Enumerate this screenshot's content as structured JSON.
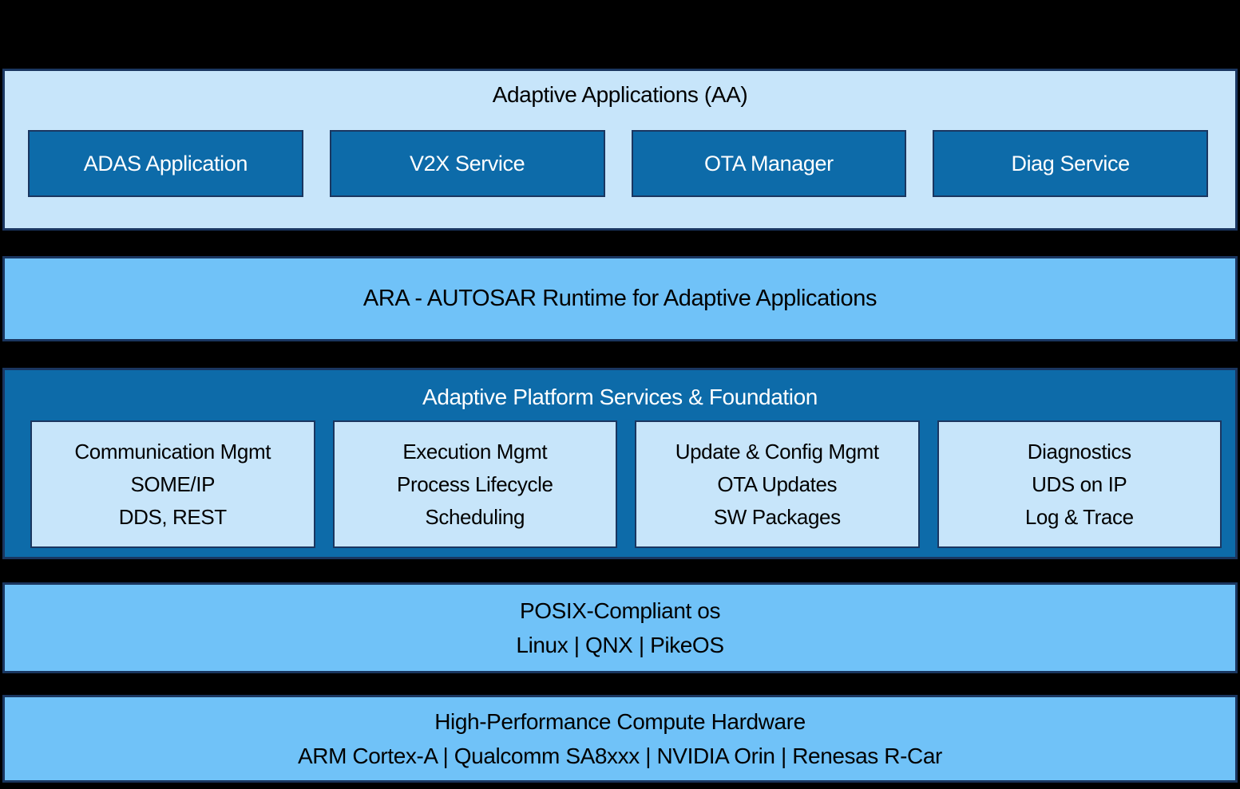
{
  "layers": {
    "applications": {
      "title": "Adaptive Applications (AA)",
      "boxes": [
        "ADAS Application",
        "V2X Service",
        "OTA Manager",
        "Diag Service"
      ]
    },
    "runtime": {
      "title": "ARA - AUTOSAR Runtime for Adaptive Applications"
    },
    "platform": {
      "title": "Adaptive Platform Services & Foundation",
      "boxes": [
        {
          "title": "Communication Mgmt",
          "lines": [
            "SOME/IP",
            "DDS, REST"
          ]
        },
        {
          "title": "Execution Mgmt",
          "lines": [
            "Process Lifecycle",
            "Scheduling"
          ]
        },
        {
          "title": "Update & Config Mgmt",
          "lines": [
            "OTA Updates",
            "SW Packages"
          ]
        },
        {
          "title": "Diagnostics",
          "lines": [
            "UDS on IP",
            "Log & Trace"
          ]
        }
      ]
    },
    "os": {
      "title": "POSIX-Compliant os",
      "subtitle": "Linux | QNX | PikeOS"
    },
    "hardware": {
      "title": "High-Performance Compute Hardware",
      "subtitle": "ARM Cortex-A | Qualcomm SA8xxx | NVIDIA Orin | Renesas R-Car"
    }
  },
  "colors": {
    "background": "#000000",
    "light_blue": "#c7e5fa",
    "medium_blue": "#70c2f8",
    "dark_blue": "#0d6ba9",
    "border_navy": "#1a3660",
    "text_dark": "#000000",
    "text_light": "#ffffff"
  }
}
